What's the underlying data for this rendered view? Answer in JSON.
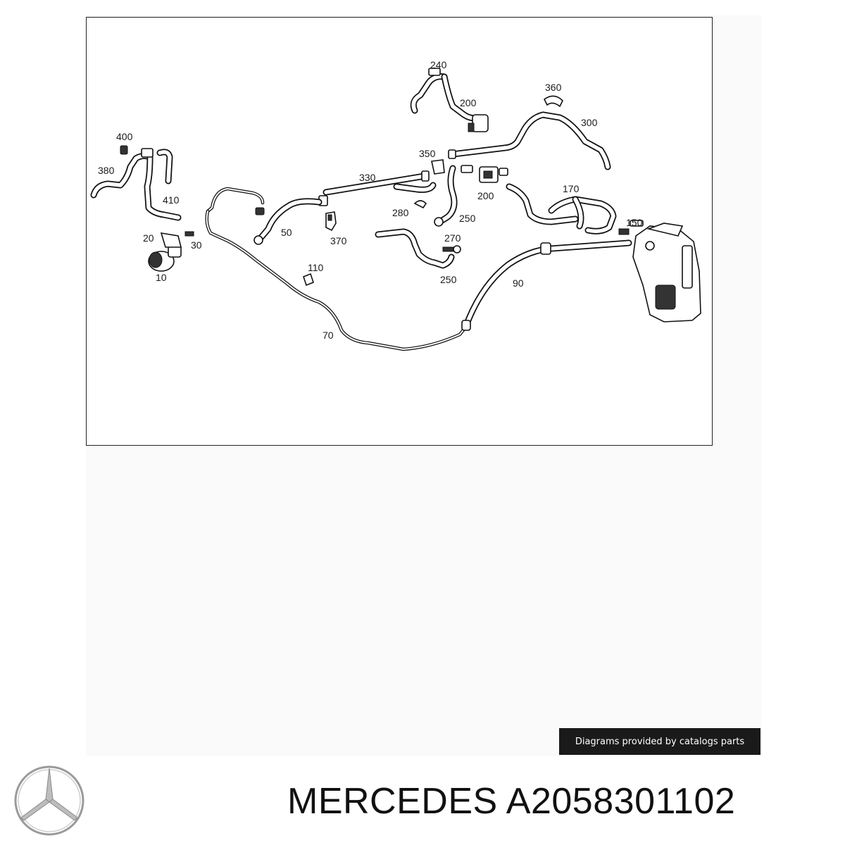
{
  "diagram": {
    "part_numbers": [
      {
        "id": "p240",
        "text": "240"
      },
      {
        "id": "p200a",
        "text": "200"
      },
      {
        "id": "p360",
        "text": "360"
      },
      {
        "id": "p300",
        "text": "300"
      },
      {
        "id": "p400",
        "text": "400"
      },
      {
        "id": "p380",
        "text": "380"
      },
      {
        "id": "p410",
        "text": "410"
      },
      {
        "id": "p350",
        "text": "350"
      },
      {
        "id": "p330",
        "text": "330"
      },
      {
        "id": "p200b",
        "text": "200"
      },
      {
        "id": "p170",
        "text": "170"
      },
      {
        "id": "p280",
        "text": "280"
      },
      {
        "id": "p250a",
        "text": "250"
      },
      {
        "id": "p50",
        "text": "50"
      },
      {
        "id": "p370",
        "text": "370"
      },
      {
        "id": "p150",
        "text": "150"
      },
      {
        "id": "p20",
        "text": "20"
      },
      {
        "id": "p30",
        "text": "30"
      },
      {
        "id": "p270",
        "text": "270"
      },
      {
        "id": "p10",
        "text": "10"
      },
      {
        "id": "p110",
        "text": "110"
      },
      {
        "id": "p250b",
        "text": "250"
      },
      {
        "id": "p90",
        "text": "90"
      },
      {
        "id": "p70",
        "text": "70"
      }
    ]
  },
  "credit": "Diagrams provided by catalogs parts",
  "caption": "MERCEDES A2058301102",
  "logo": {
    "brand": "Mercedes-Benz star logo",
    "icon": "three-pointed-star-icon"
  }
}
